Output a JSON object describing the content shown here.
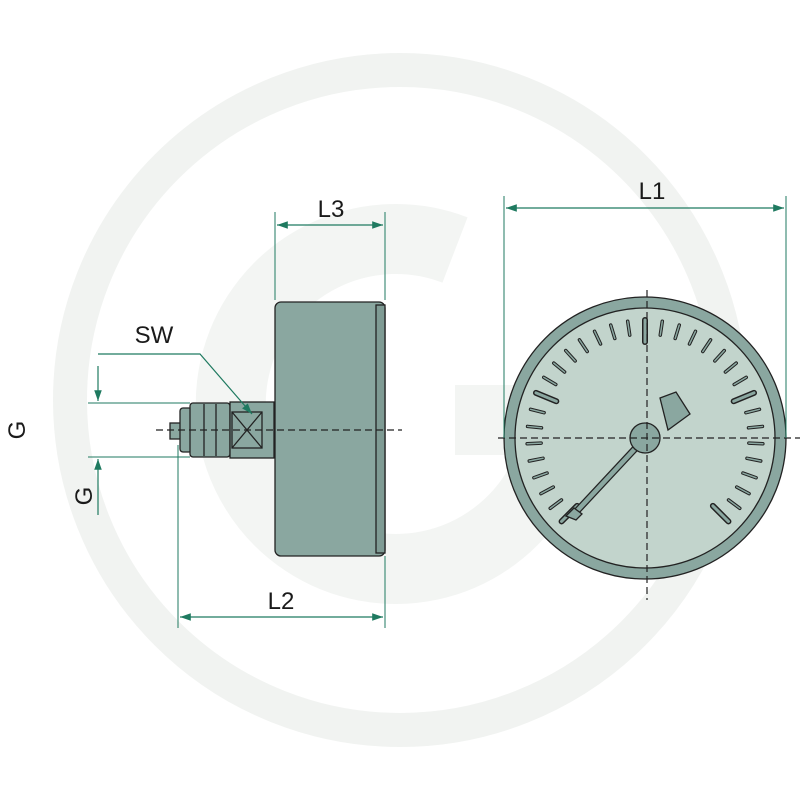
{
  "labels": {
    "l1": "L1",
    "l2": "L2",
    "l3": "L3",
    "sw": "SW",
    "g_left": "G",
    "g_connection": "G"
  },
  "colors": {
    "body": "#8aa7a0",
    "face": "#c2d4cc",
    "dimension": "#1f7a60",
    "watermark": "#f1f3f1",
    "outline": "#222222"
  },
  "gauge": {
    "type": "pressure gauge, rear connection",
    "tick_count_visible": 33,
    "needle_angle_deg": 232
  }
}
